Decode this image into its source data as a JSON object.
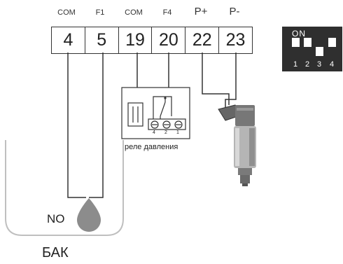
{
  "terminals": [
    {
      "number": "4",
      "label": "COM"
    },
    {
      "number": "5",
      "label": "F1"
    },
    {
      "number": "19",
      "label": "COM"
    },
    {
      "number": "20",
      "label": "F4"
    },
    {
      "number": "22",
      "label": "P+"
    },
    {
      "number": "23",
      "label": "P-"
    }
  ],
  "dip_switch": {
    "on_label": "ON",
    "positions": [
      "1",
      "2",
      "3",
      "4"
    ]
  },
  "relay": {
    "caption": "реле давления",
    "pins": [
      "4",
      "2",
      "1"
    ]
  },
  "tank": {
    "sensor_label": "NO",
    "caption": "БАК"
  },
  "colors": {
    "line": "#333333",
    "dip_background": "#2f2f2f",
    "sensor_drop": "#8c8c8c",
    "tank_outline": "#bfbfbf"
  }
}
